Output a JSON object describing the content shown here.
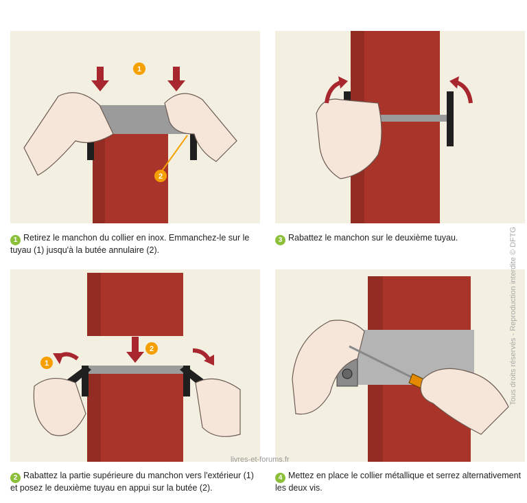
{
  "steps": [
    {
      "number": "1",
      "text": "Retirez le manchon du collier en inox. Emmanchez-le sur le tuyau (1) jusqu'à la butée annulaire (2)."
    },
    {
      "number": "3",
      "text": "Rabattez le manchon sur le deuxième tuyau."
    },
    {
      "number": "2",
      "text": "Rabattez la partie supérieure du manchon vers l'extérieur (1) et posez le deuxième tuyau en appui sur la butée (2)."
    },
    {
      "number": "4",
      "text": "Mettez en place le collier métallique et serrez alternativement les deux vis."
    }
  ],
  "labels": {
    "panel1_a": "1",
    "panel1_b": "2",
    "panel3_a": "1",
    "panel3_b": "2"
  },
  "watermark": "Tous droits réservés - Reproduction interdite © DFTG",
  "source": "livres-et-forums.fr",
  "colors": {
    "pipe": "#a8342a",
    "pipe_dark": "#7d231c",
    "sleeve": "#a0a0a0",
    "arrow": "#a8262d",
    "marker": "#f5a000",
    "step": "#8cbf3a",
    "panel_bg": "#f3f0e2"
  }
}
